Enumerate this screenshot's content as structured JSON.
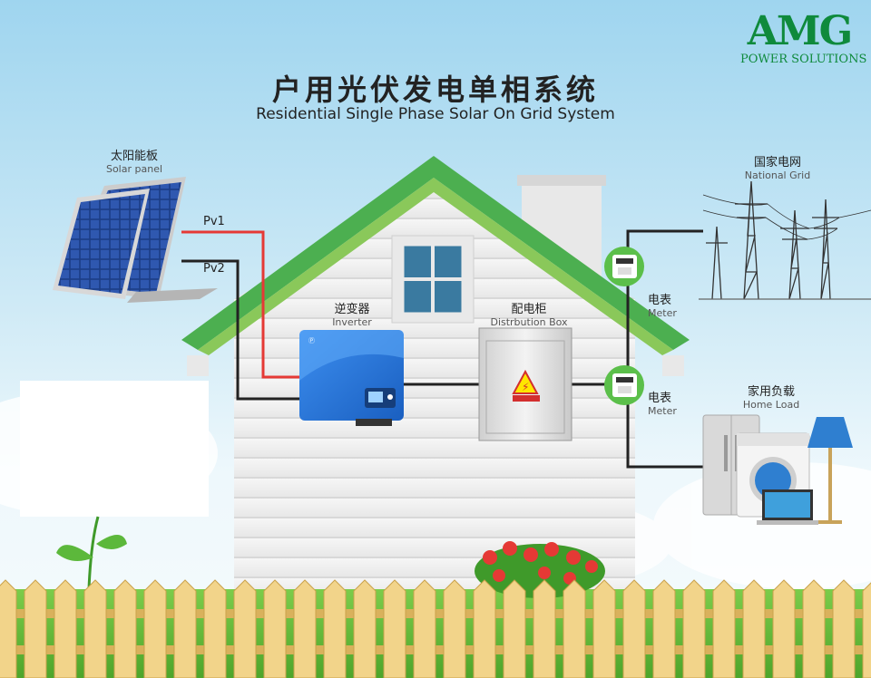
{
  "brand": {
    "logo_text": "AMG",
    "logo_subtitle": "POWER SOLUTIONS",
    "color": "#0f8a3c"
  },
  "title": {
    "cn": "户用光伏发电单相系统",
    "en": "Residential Single Phase Solar On Grid System"
  },
  "components": {
    "solar_panel": {
      "cn": "太阳能板",
      "en": "Solar panel"
    },
    "national_grid": {
      "cn": "国家电网",
      "en": "National Grid"
    },
    "inverter": {
      "cn": "逆变器",
      "en": "Inverter"
    },
    "distribution_box": {
      "cn": "配电柜",
      "en": "Distrbution Box"
    },
    "meter_top": {
      "cn": "电表",
      "en": "Meter"
    },
    "meter_bottom": {
      "cn": "电表",
      "en": "Meter"
    },
    "home_load": {
      "cn": "家用负载",
      "en": "Home Load"
    }
  },
  "wires": {
    "pv1": "Pv1",
    "pv2": "Pv2",
    "pv1_color": "#e53935",
    "pv2_color": "#222222"
  },
  "colors": {
    "roof": "#4caf50",
    "inverter": "#1f6fd1",
    "house_wall": "#f1f1f1"
  },
  "icons": [
    "solar-panel-icon",
    "pylon-icon",
    "inverter-icon",
    "distribution-box-icon",
    "meter-icon",
    "refrigerator-icon",
    "washing-machine-icon",
    "laptop-icon",
    "floor-lamp-icon",
    "fence-icon",
    "flower-icon",
    "sprout-icon"
  ]
}
